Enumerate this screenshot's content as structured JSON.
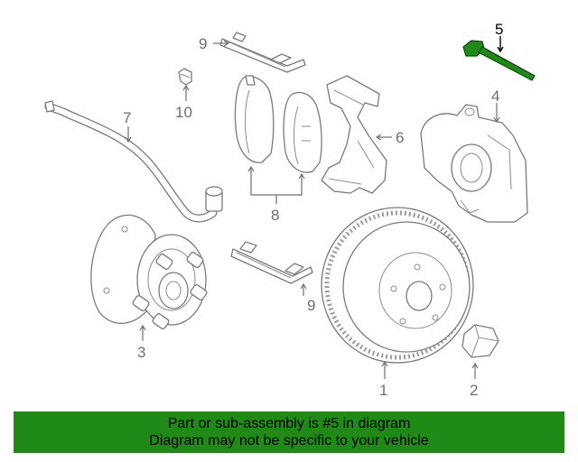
{
  "callouts": {
    "c1": "1",
    "c2": "2",
    "c3": "3",
    "c4": "4",
    "c5": "5",
    "c6": "6",
    "c7": "7",
    "c8": "8",
    "c9a": "9",
    "c9b": "9",
    "c10": "10"
  },
  "highlight_part": "5",
  "colors": {
    "banner": "#1f8a16",
    "highlight_part": "#1f8a16",
    "line_art": "#7a7a7a"
  },
  "banner": {
    "line1": "Part or sub-assembly is #5 in diagram",
    "line2": "Diagram may not be specific to your vehicle"
  }
}
